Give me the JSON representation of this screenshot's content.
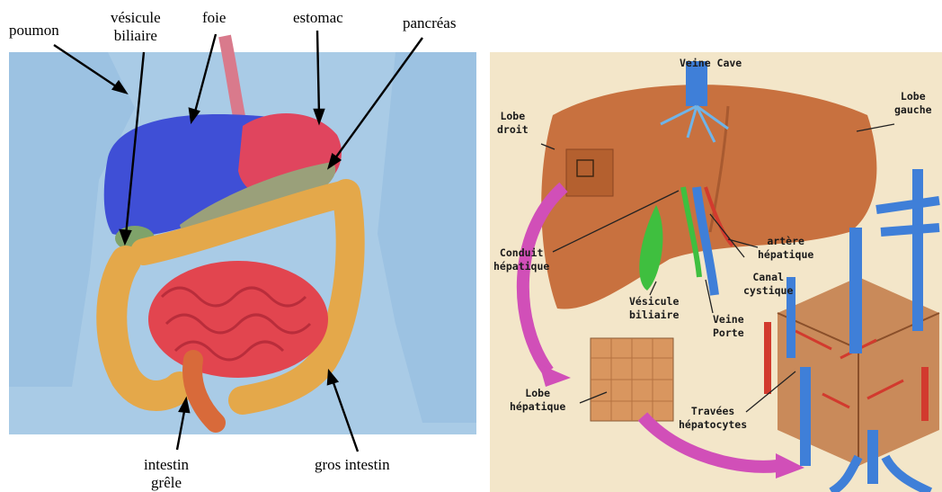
{
  "left_diagram": {
    "labels": {
      "poumon": "poumon",
      "vesicule_line1": "vésicule",
      "vesicule_line2": "biliaire",
      "foie": "foie",
      "estomac": "estomac",
      "pancreas": "pancréas",
      "intestin_line1": "intestin",
      "intestin_line2": "grêle",
      "gros_intestin": "gros intestin"
    },
    "colors": {
      "background": "#a9cbe6",
      "liver": "#3f4fd6",
      "stomach": "#e0455e",
      "small_intestine": "#e2454f",
      "large_intestine": "#e4a84a",
      "gallbladder": "#7fa36a",
      "pancreas": "#9aa07a"
    }
  },
  "right_diagram": {
    "labels": {
      "veine_cave": "Veine Cave",
      "lobe_droit_1": "Lobe",
      "lobe_droit_2": "droit",
      "lobe_gauche_1": "Lobe",
      "lobe_gauche_2": "gauche",
      "conduit_1": "Conduit",
      "conduit_2": "hépatique",
      "artere_1": "artère",
      "artere_2": "hépatique",
      "canal_1": "Canal",
      "canal_2": "cystique",
      "vesicule_1": "Vésicule",
      "vesicule_2": "biliaire",
      "veine_porte_1": "Veine",
      "veine_porte_2": "Porte",
      "lobe_hep_1": "Lobe",
      "lobe_hep_2": "hépatique",
      "travees_1": "Travées",
      "travees_2": "hépatocytes"
    },
    "colors": {
      "background": "#f3e6c9",
      "liver": "#c8713f",
      "vein_blue": "#3f7fd8",
      "artery_red": "#d23a2e",
      "bile_green": "#3fbf3f",
      "arrow_pink": "#d14fb8"
    }
  }
}
